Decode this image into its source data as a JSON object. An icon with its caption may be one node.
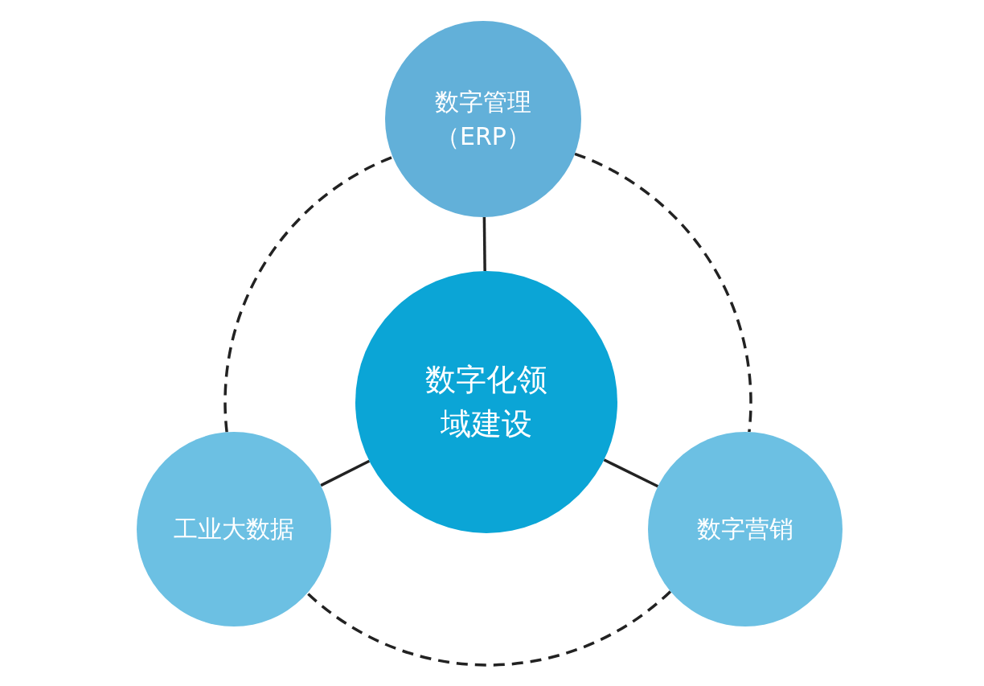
{
  "diagram": {
    "nodes": [
      {
        "text": [
          "数字化领域建设"
        ]
      },
      {
        "text": [
          "数字管理（ERP）"
        ]
      },
      {
        "text": [
          "工业大数据"
        ]
      },
      {
        "text": [
          "数字营销"
        ]
      }
    ],
    "edges": [
      {
        "from": 1,
        "to": 0,
        "arrow": "none"
      },
      {
        "from": 0,
        "to": 2,
        "arrow": "none"
      },
      {
        "from": 0,
        "to": 3,
        "arrow": "none"
      },
      {
        "from": 1,
        "to": 3,
        "arrow": "none",
        "style": "dashed"
      },
      {
        "from": 3,
        "to": 2,
        "arrow": "none",
        "style": "dashed"
      },
      {
        "from": 2,
        "to": 1,
        "arrow": "none",
        "style": "dashed"
      }
    ]
  }
}
